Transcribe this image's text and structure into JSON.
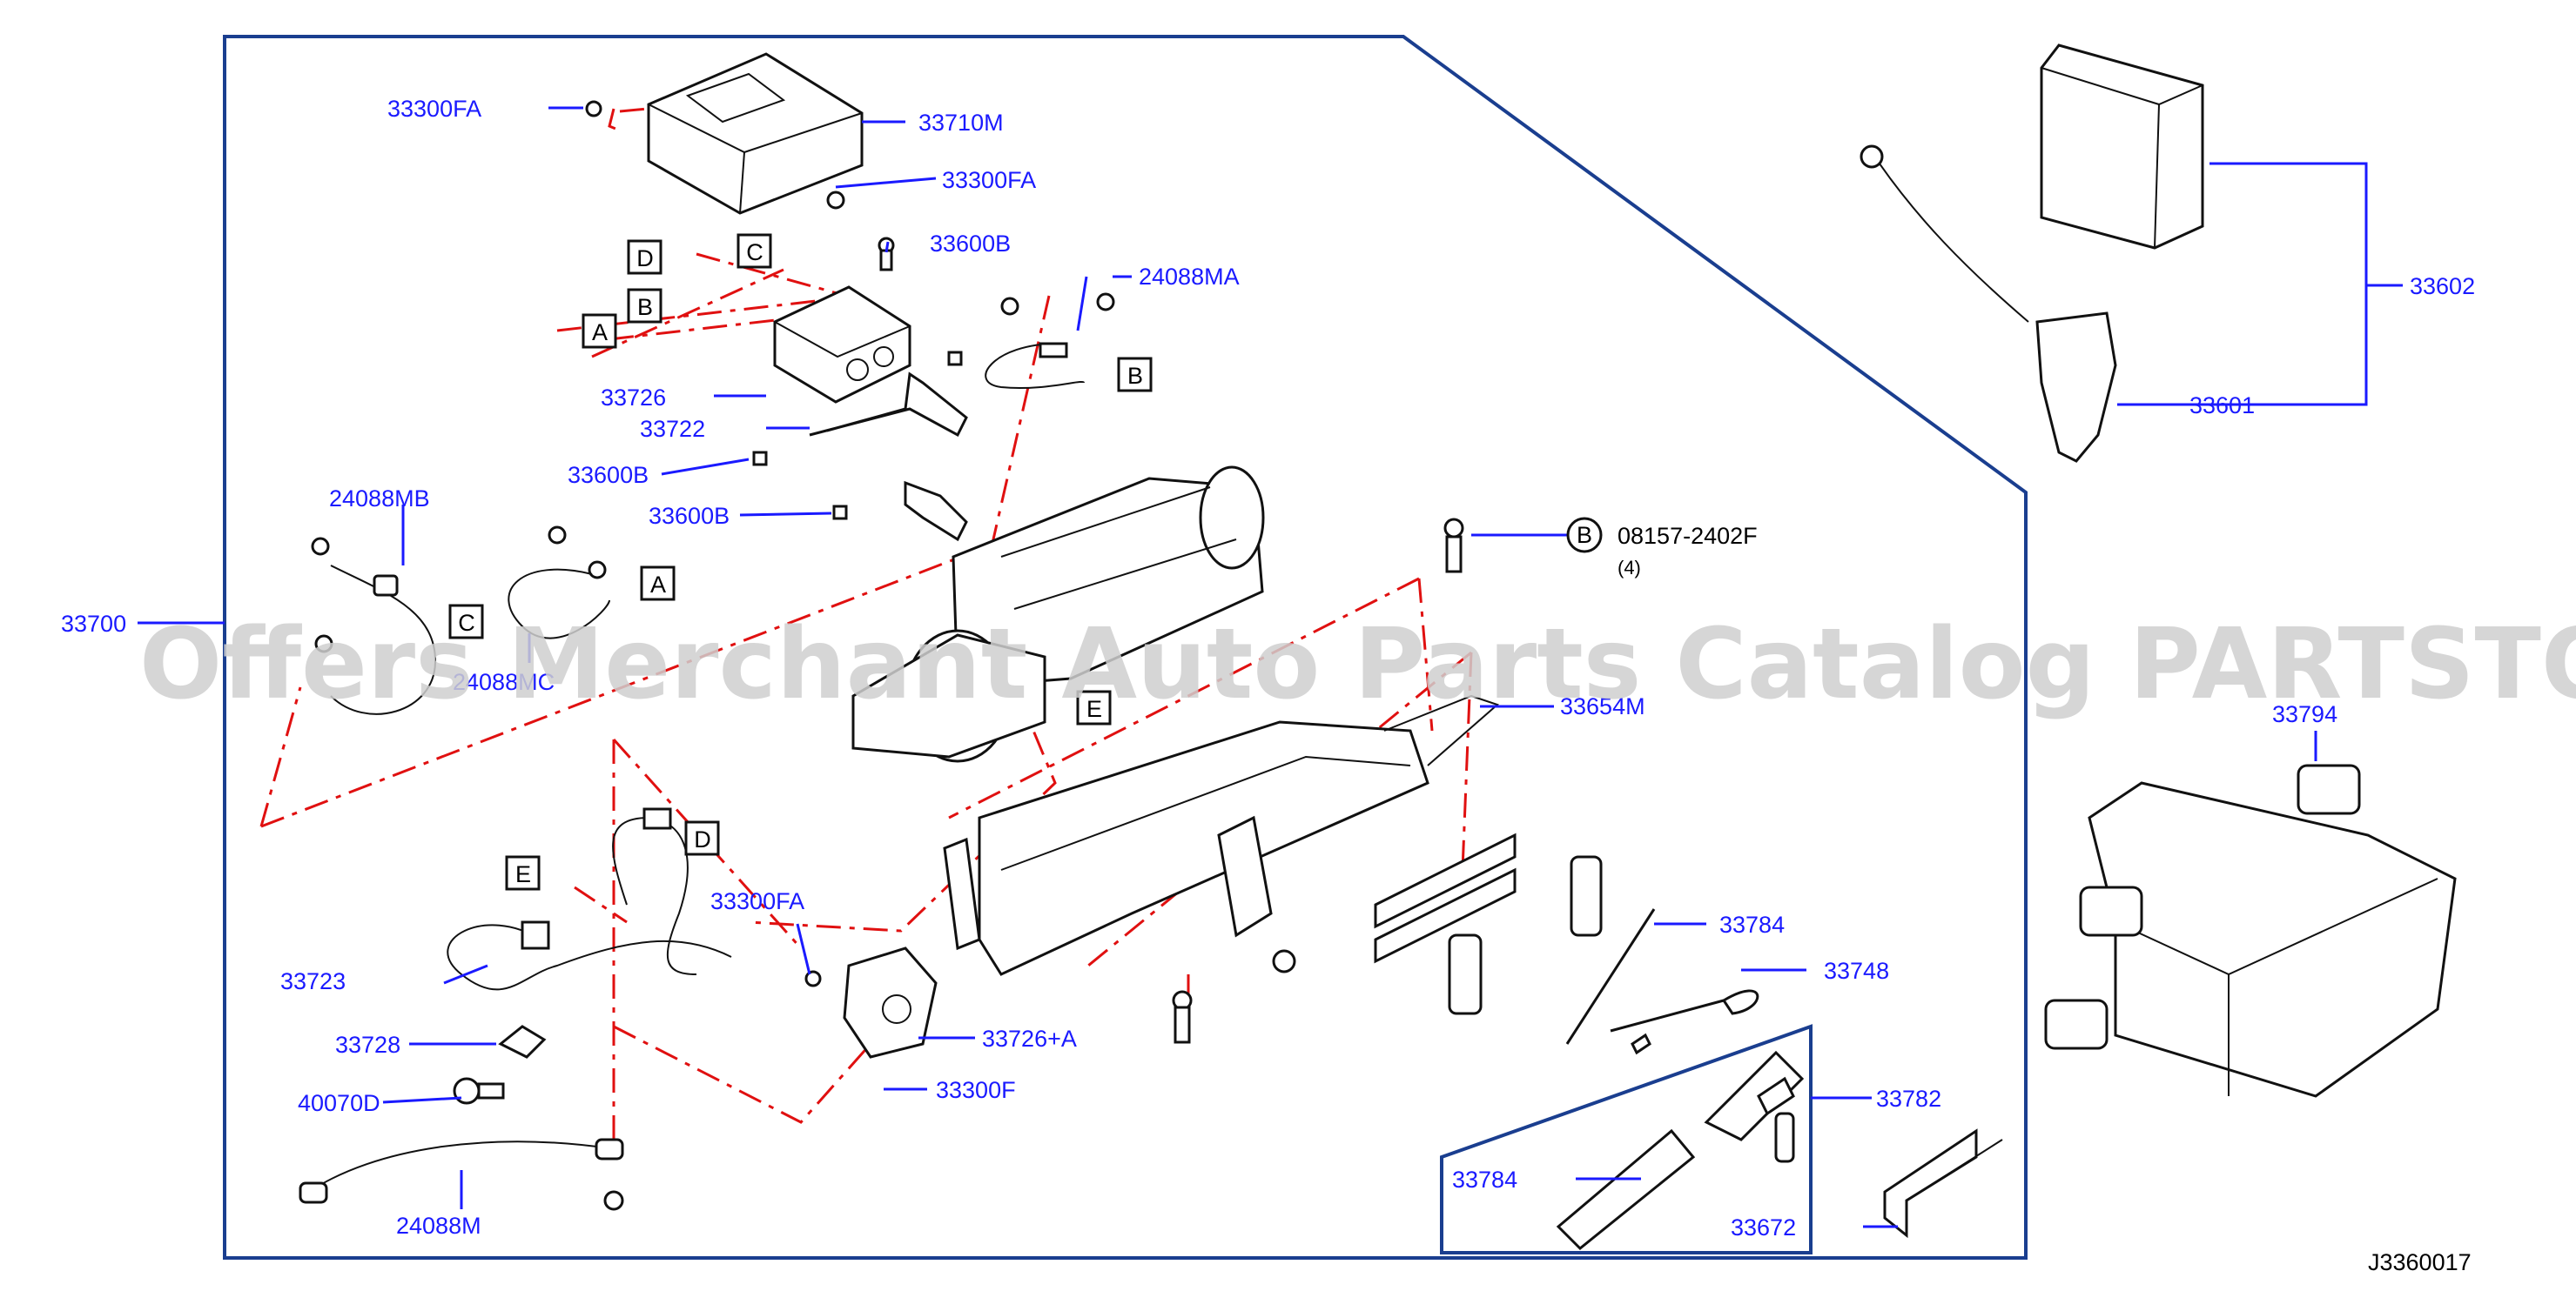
{
  "diagram_code": "J3360017",
  "watermark": "Offers Merchant Auto Parts Catalog PARTSTORE.SA",
  "callouts": {
    "p33300FA_top": "33300FA",
    "p33710M": "33710M",
    "p33300FA_mid": "33300FA",
    "p33600B_top": "33600B",
    "p24088MA": "24088MA",
    "p33726": "33726",
    "p33722": "33722",
    "p33600B_a": "33600B",
    "p33600B_b": "33600B",
    "p24088MB": "24088MB",
    "p33700": "33700",
    "p24088MC": "24088MC",
    "p08157": "08157-2402F",
    "p08157_qty": "(4)",
    "p33654M": "33654M",
    "p33300FA_low": "33300FA",
    "p33723": "33723",
    "p33728": "33728",
    "p40070D": "40070D",
    "p24088M": "24088M",
    "p33726A": "33726+A",
    "p33300F": "33300F",
    "p33784_top": "33784",
    "p33748": "33748",
    "p33782": "33782",
    "p33784_kit": "33784",
    "p33672": "33672",
    "p33602": "33602",
    "p33601": "33601",
    "p33794": "33794"
  },
  "ref_boxes": {
    "D_top": "D",
    "C_top": "C",
    "B_left": "B",
    "A_left": "A",
    "B_right": "B",
    "C_left": "C",
    "A_mid": "A",
    "B_circle": "B",
    "E_mid": "E",
    "D_low": "D",
    "E_low": "E"
  }
}
